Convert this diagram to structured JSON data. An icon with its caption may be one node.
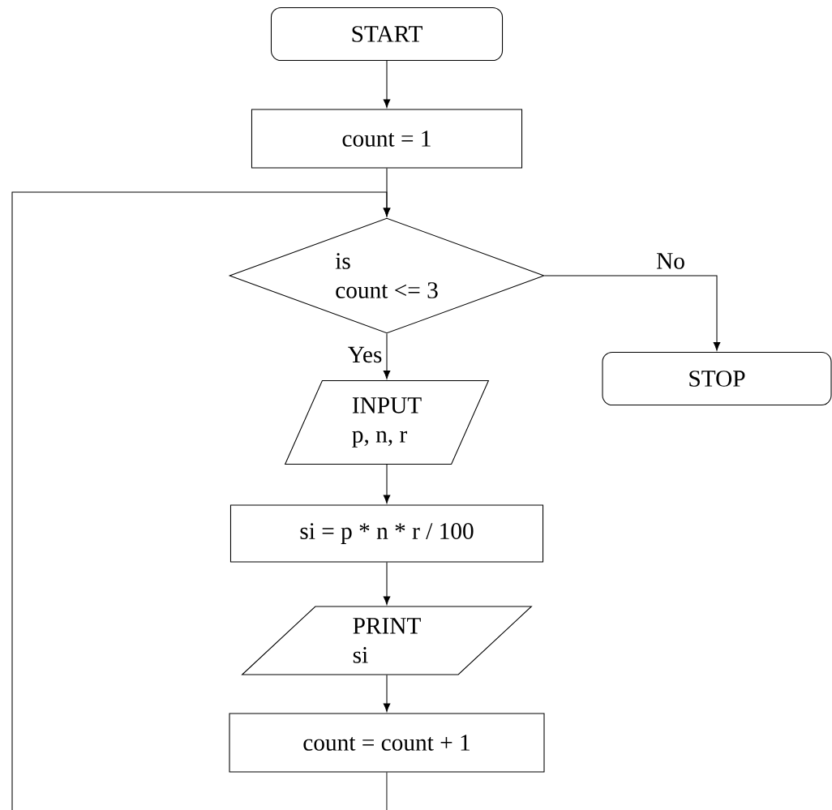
{
  "diagram": {
    "nodes": [
      {
        "text": [
          "START"
        ]
      },
      {
        "text": [
          "count = 1"
        ]
      },
      {
        "text": [
          "is",
          "count <= 3"
        ]
      },
      {
        "text": [
          "STOP"
        ]
      },
      {
        "text": [
          "INPUT",
          "p, n, r"
        ]
      },
      {
        "text": [
          "si = p * n * r / 100"
        ]
      },
      {
        "text": [
          "PRINT",
          "si"
        ]
      },
      {
        "text": [
          "count = count + 1"
        ]
      }
    ],
    "edges": [
      {
        "from": 0,
        "to": 1,
        "arrow": "to"
      },
      {
        "from": 1,
        "to": 2,
        "arrow": "to"
      },
      {
        "from": 2,
        "to": 3,
        "arrow": "to",
        "label": "No"
      },
      {
        "from": 2,
        "to": 4,
        "arrow": "to",
        "label": "Yes"
      },
      {
        "from": 4,
        "to": 5,
        "arrow": "to"
      },
      {
        "from": 5,
        "to": 6,
        "arrow": "to"
      },
      {
        "from": 6,
        "to": 7,
        "arrow": "to"
      },
      {
        "from": 7,
        "to": 2,
        "arrow": "to"
      }
    ]
  }
}
